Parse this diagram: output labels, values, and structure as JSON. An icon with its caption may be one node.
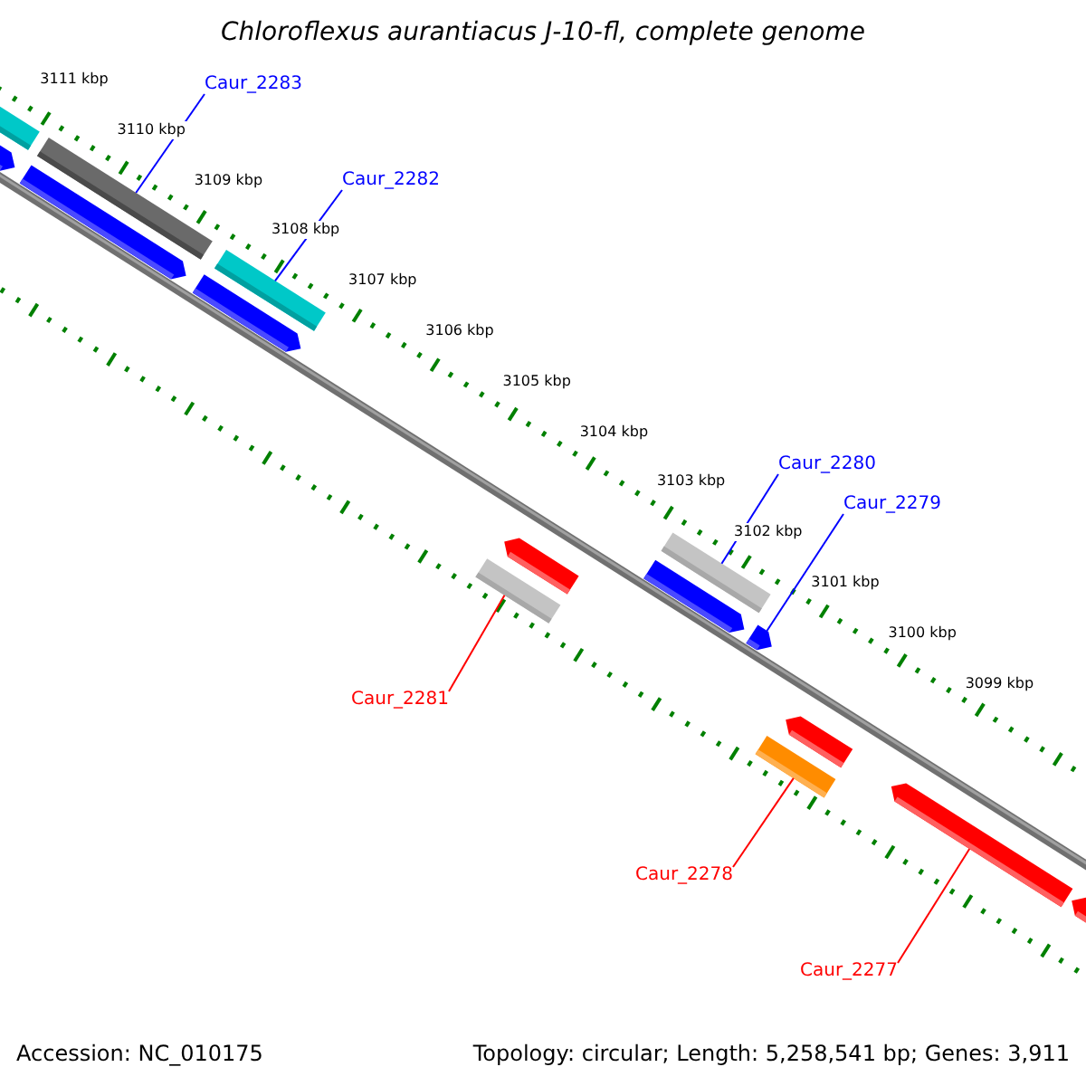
{
  "diagram": {
    "title": "Chloroflexus aurantiacus J-10-fl, complete genome",
    "nodes": [
      {
        "text": [
          "Caur_2283"
        ]
      },
      {
        "text": [
          "Caur_2282"
        ]
      },
      {
        "text": [
          "Caur_2280"
        ]
      },
      {
        "text": [
          "Caur_2279"
        ]
      },
      {
        "text": [
          "Caur_2281"
        ]
      },
      {
        "text": [
          "Caur_2278"
        ]
      },
      {
        "text": [
          "Caur_2277"
        ]
      },
      {
        "text": [],
        "shape": "bar"
      },
      {
        "text": [],
        "shape": "bar"
      },
      {
        "text": [],
        "shape": "bar"
      },
      {
        "text": [],
        "shape": "arrow"
      },
      {
        "text": [],
        "shape": "bar"
      },
      {
        "text": [],
        "shape": "bar"
      },
      {
        "text": [],
        "shape": "arrow"
      },
      {
        "text": [],
        "shape": "bar"
      },
      {
        "text": [],
        "shape": "arrow"
      },
      {
        "text": [],
        "shape": "arrow"
      },
      {
        "text": [],
        "shape": "arrow"
      },
      {
        "text": [],
        "shape": "arrow"
      },
      {
        "text": [],
        "shape": "arrow"
      },
      {
        "text": [],
        "shape": "arrow"
      },
      {
        "text": [],
        "shape": "arrow"
      }
    ],
    "edges": [
      {
        "from": 0,
        "to": 7,
        "arrow": "none"
      },
      {
        "from": 1,
        "to": 8,
        "arrow": "none"
      },
      {
        "from": 2,
        "to": 9,
        "arrow": "none"
      },
      {
        "from": 3,
        "to": 10,
        "arrow": "none"
      },
      {
        "from": 4,
        "to": 11,
        "arrow": "none",
        "color": "#ff0000"
      },
      {
        "from": 5,
        "to": 12,
        "arrow": "none",
        "color": "#ff0000"
      },
      {
        "from": 6,
        "to": 13,
        "arrow": "none",
        "color": "#ff0000"
      }
    ],
    "labels": [
      "3111 kbp",
      "3110 kbp",
      "3109 kbp",
      "3108 kbp",
      "3107 kbp",
      "3106 kbp",
      "3105 kbp",
      "3104 kbp",
      "3103 kbp",
      "3102 kbp",
      "3101 kbp",
      "3100 kbp",
      "3099 kbp",
      "Accession: NC_010175",
      "Topology: circular; Length: 5,258,541 bp; Genes: 3,911"
    ]
  }
}
